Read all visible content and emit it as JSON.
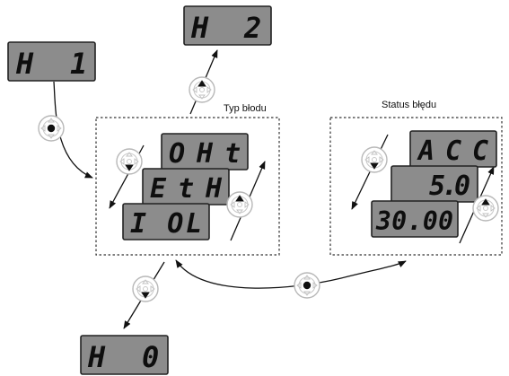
{
  "panels": {
    "fault_type_title": "Typ błodu",
    "fault_status_title": "Status błędu"
  },
  "displays": {
    "h1": {
      "left": "H",
      "right": "1"
    },
    "h2": {
      "left": "H",
      "right": "2"
    },
    "h0": {
      "left": "H",
      "right": "0"
    },
    "oht": "OHt",
    "eth": "EtH",
    "iol": "I OL",
    "acc": "ACC",
    "freq": "5.0",
    "current": "30.00"
  },
  "icons": {
    "enter_key": "keypad-enter-icon",
    "up_key": "keypad-up-icon",
    "down_key": "keypad-down-icon"
  },
  "colors": {
    "lcd_fill": "#8c8c8c",
    "lcd_text": "#0e0e0e",
    "line": "#111111"
  }
}
